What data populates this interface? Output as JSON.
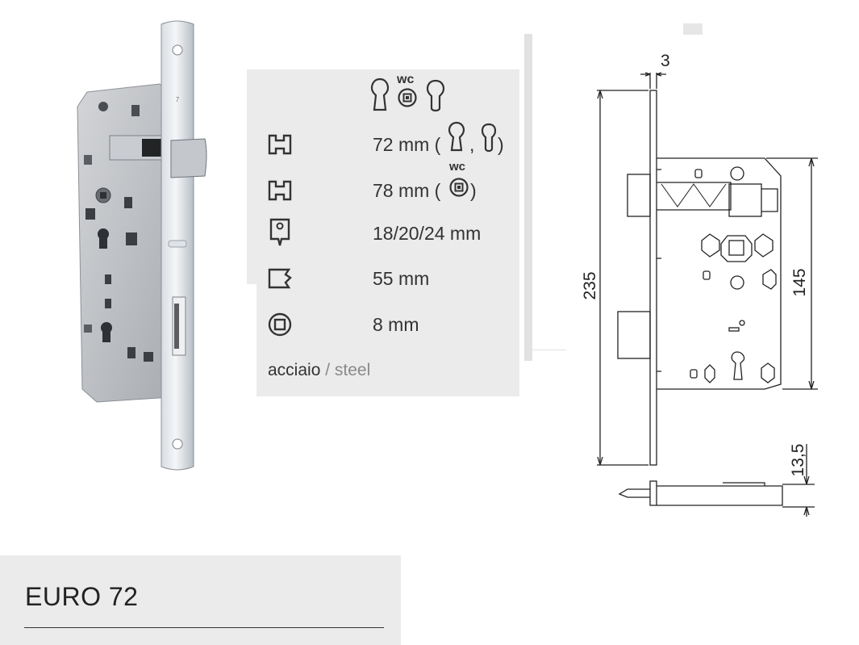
{
  "product": {
    "title": "EURO 72",
    "material_it": "acciaio",
    "material_sep": "/",
    "material_en": "steel"
  },
  "specs": {
    "header_wc": "wc",
    "rows": [
      {
        "icon": "backset-icon",
        "value": "72 mm (",
        "suffix_sep": ",",
        "suffix_close": ")"
      },
      {
        "icon": "backset-icon",
        "value": "78 mm (",
        "wc": "wc",
        "suffix_close": ")"
      },
      {
        "icon": "faceplate-width-icon",
        "value": "18/20/24 mm"
      },
      {
        "icon": "depth-icon",
        "value": "55 mm"
      },
      {
        "icon": "square-spindle-icon",
        "value": "8 mm"
      }
    ]
  },
  "drawing": {
    "dim_thickness": "3",
    "dim_height": "235",
    "dim_case_height": "145",
    "dim_latch": "13,5"
  },
  "colors": {
    "panel_bg": "#ebebeb",
    "text": "#333333",
    "muted": "#8a8a8a",
    "line": "#222222"
  }
}
